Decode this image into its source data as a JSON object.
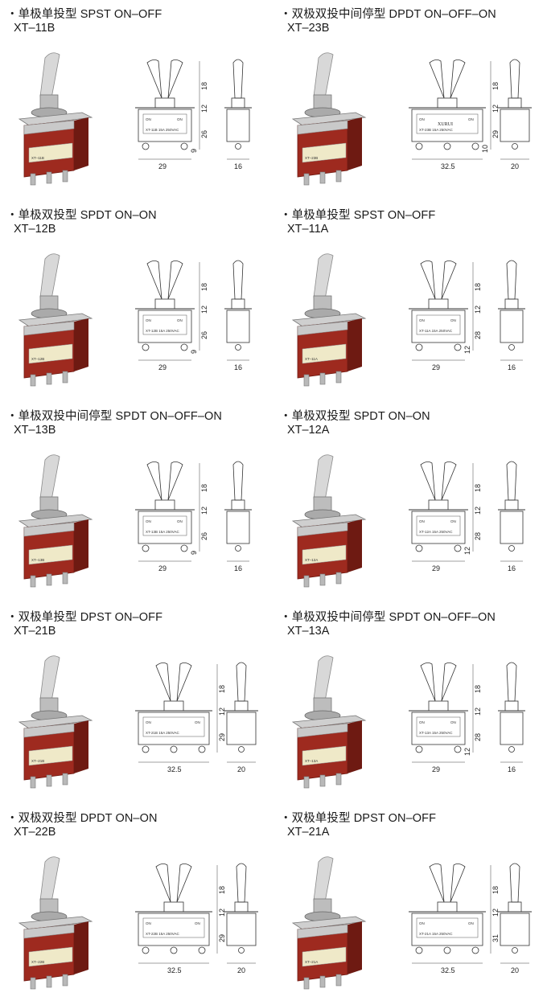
{
  "colors": {
    "body_red": "#9e2a1f",
    "body_red_dark": "#6e1a12",
    "nickel": "#c9c9c9",
    "label_cream": "#efe9c8"
  },
  "items": [
    {
      "title": "・单极单投型 SPST ON–OFF",
      "model": "XT–11B",
      "photo_label": "XT–11B",
      "front_label": "XT-11B 15A 250VAC",
      "dims": {
        "a": "18",
        "b": "12",
        "c": "26",
        "d": "9",
        "w": "29",
        "s": "16"
      }
    },
    {
      "title": "・双极双投中间停型 DPDT ON–OFF–ON",
      "model": "XT–23B",
      "photo_label": "XT–23B",
      "front_label": "XT-23B 15A 250VAC",
      "brand": "XURUI",
      "dims": {
        "a": "18",
        "b": "12",
        "c": "29",
        "d": "10",
        "w": "32.5",
        "s": "20"
      }
    },
    {
      "title": "・单极双投型 SPDT ON–ON",
      "model": "XT–12B",
      "photo_label": "XT–12B",
      "front_label": "XT-12B 15A 250VAC",
      "dims": {
        "a": "18",
        "b": "12",
        "c": "26",
        "d": "9",
        "w": "29",
        "s": "16"
      }
    },
    {
      "title": "・单极单投型 SPST ON–OFF",
      "model": "XT–11A",
      "photo_label": "XT–11A",
      "front_label": "XT-11A 15A 250VAC",
      "dims": {
        "a": "18",
        "b": "12",
        "c": "28",
        "d": "12",
        "w": "29",
        "s": "16"
      }
    },
    {
      "title": "・单极双投中间停型 SPDT ON–OFF–ON",
      "model": "XT–13B",
      "photo_label": "XT–13B",
      "front_label": "XT-13B 15A 250VAC",
      "dims": {
        "a": "18",
        "b": "12",
        "c": "26",
        "d": "9",
        "w": "29",
        "s": "16"
      }
    },
    {
      "title": "・单极双投型 SPDT ON–ON",
      "model": "XT–12A",
      "photo_label": "XT–12A",
      "front_label": "XT-12A 15A 250VAC",
      "dims": {
        "a": "18",
        "b": "12",
        "c": "28",
        "d": "12",
        "w": "29",
        "s": "16"
      }
    },
    {
      "title": "・双极单投型 DPST ON–OFF",
      "model": "XT–21B",
      "photo_label": "XT–21B",
      "front_label": "XT-21B 15A 250VAC",
      "dims": {
        "a": "18",
        "b": "12",
        "c": "29",
        "d": "",
        "w": "32.5",
        "s": "20"
      }
    },
    {
      "title": "・单极双投中间停型 SPDT ON–OFF–ON",
      "model": "XT–13A",
      "photo_label": "XT–13A",
      "front_label": "XT-13A 15A 250VAC",
      "dims": {
        "a": "18",
        "b": "12",
        "c": "28",
        "d": "12",
        "w": "29",
        "s": "16"
      }
    },
    {
      "title": "・双极双投型 DPDT ON–ON",
      "model": "XT–22B",
      "photo_label": "XT–22B",
      "front_label": "XT-22B 15A 250VAC",
      "dims": {
        "a": "18",
        "b": "12",
        "c": "29",
        "d": "",
        "w": "32.5",
        "s": "20"
      }
    },
    {
      "title": "・双极单投型 DPST ON–OFF",
      "model": "XT–21A",
      "photo_label": "XT–21A",
      "front_label": "XT-21A 15A 250VAC",
      "dims": {
        "a": "18",
        "b": "12",
        "c": "31",
        "d": "",
        "w": "32.5",
        "s": "20"
      }
    }
  ]
}
